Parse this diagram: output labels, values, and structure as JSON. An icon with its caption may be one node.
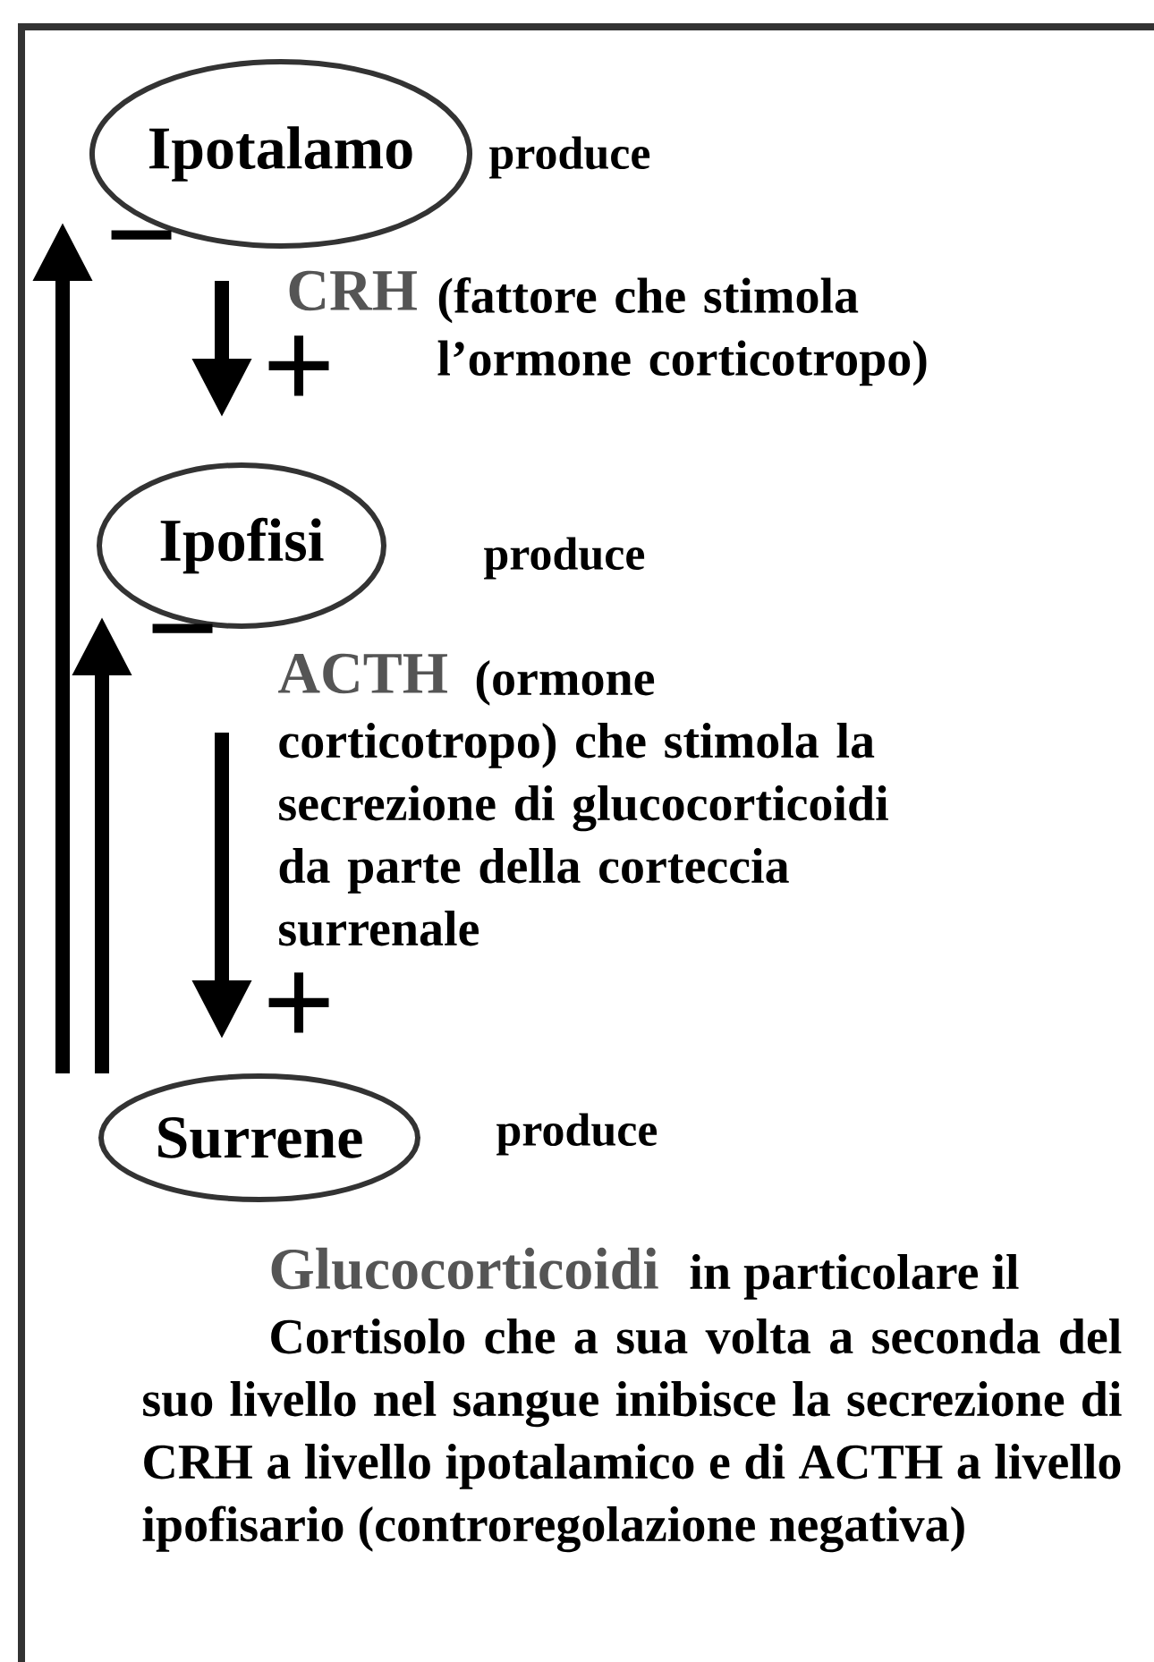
{
  "diagram": {
    "nodes": [
      {
        "text": [
          "Ipotalamo"
        ],
        "beside": [
          "produce"
        ]
      },
      {
        "text": [
          "Ipofisi"
        ],
        "beside": [
          "produce"
        ]
      },
      {
        "text": [
          "Surrene"
        ],
        "beside": [
          "produce"
        ]
      }
    ],
    "edges": [
      {
        "from": 0,
        "to": 1,
        "arrow": "to",
        "label": "+"
      },
      {
        "from": 1,
        "to": 2,
        "arrow": "to",
        "label": "+"
      },
      {
        "from": 2,
        "to": 0,
        "arrow": "to",
        "label": "−"
      },
      {
        "from": 2,
        "to": 1,
        "arrow": "to",
        "label": "−"
      }
    ],
    "labels": [
      "CRH",
      "(fattore che stimola l’ormone corticotropo)",
      "ACTH",
      "(ormone corticotropo) che stimola la secrezione di glucocorticoidi da parte della corteccia surrenale",
      "Glucocorticoidi",
      "in particolare il",
      "Cortisolo che a sua volta a seconda del suo livello nel sangue inibisce la secrezione di CRH a livello ipotalamico e di ACTH a livello ipofisario (controregolazione negativa)"
    ]
  }
}
